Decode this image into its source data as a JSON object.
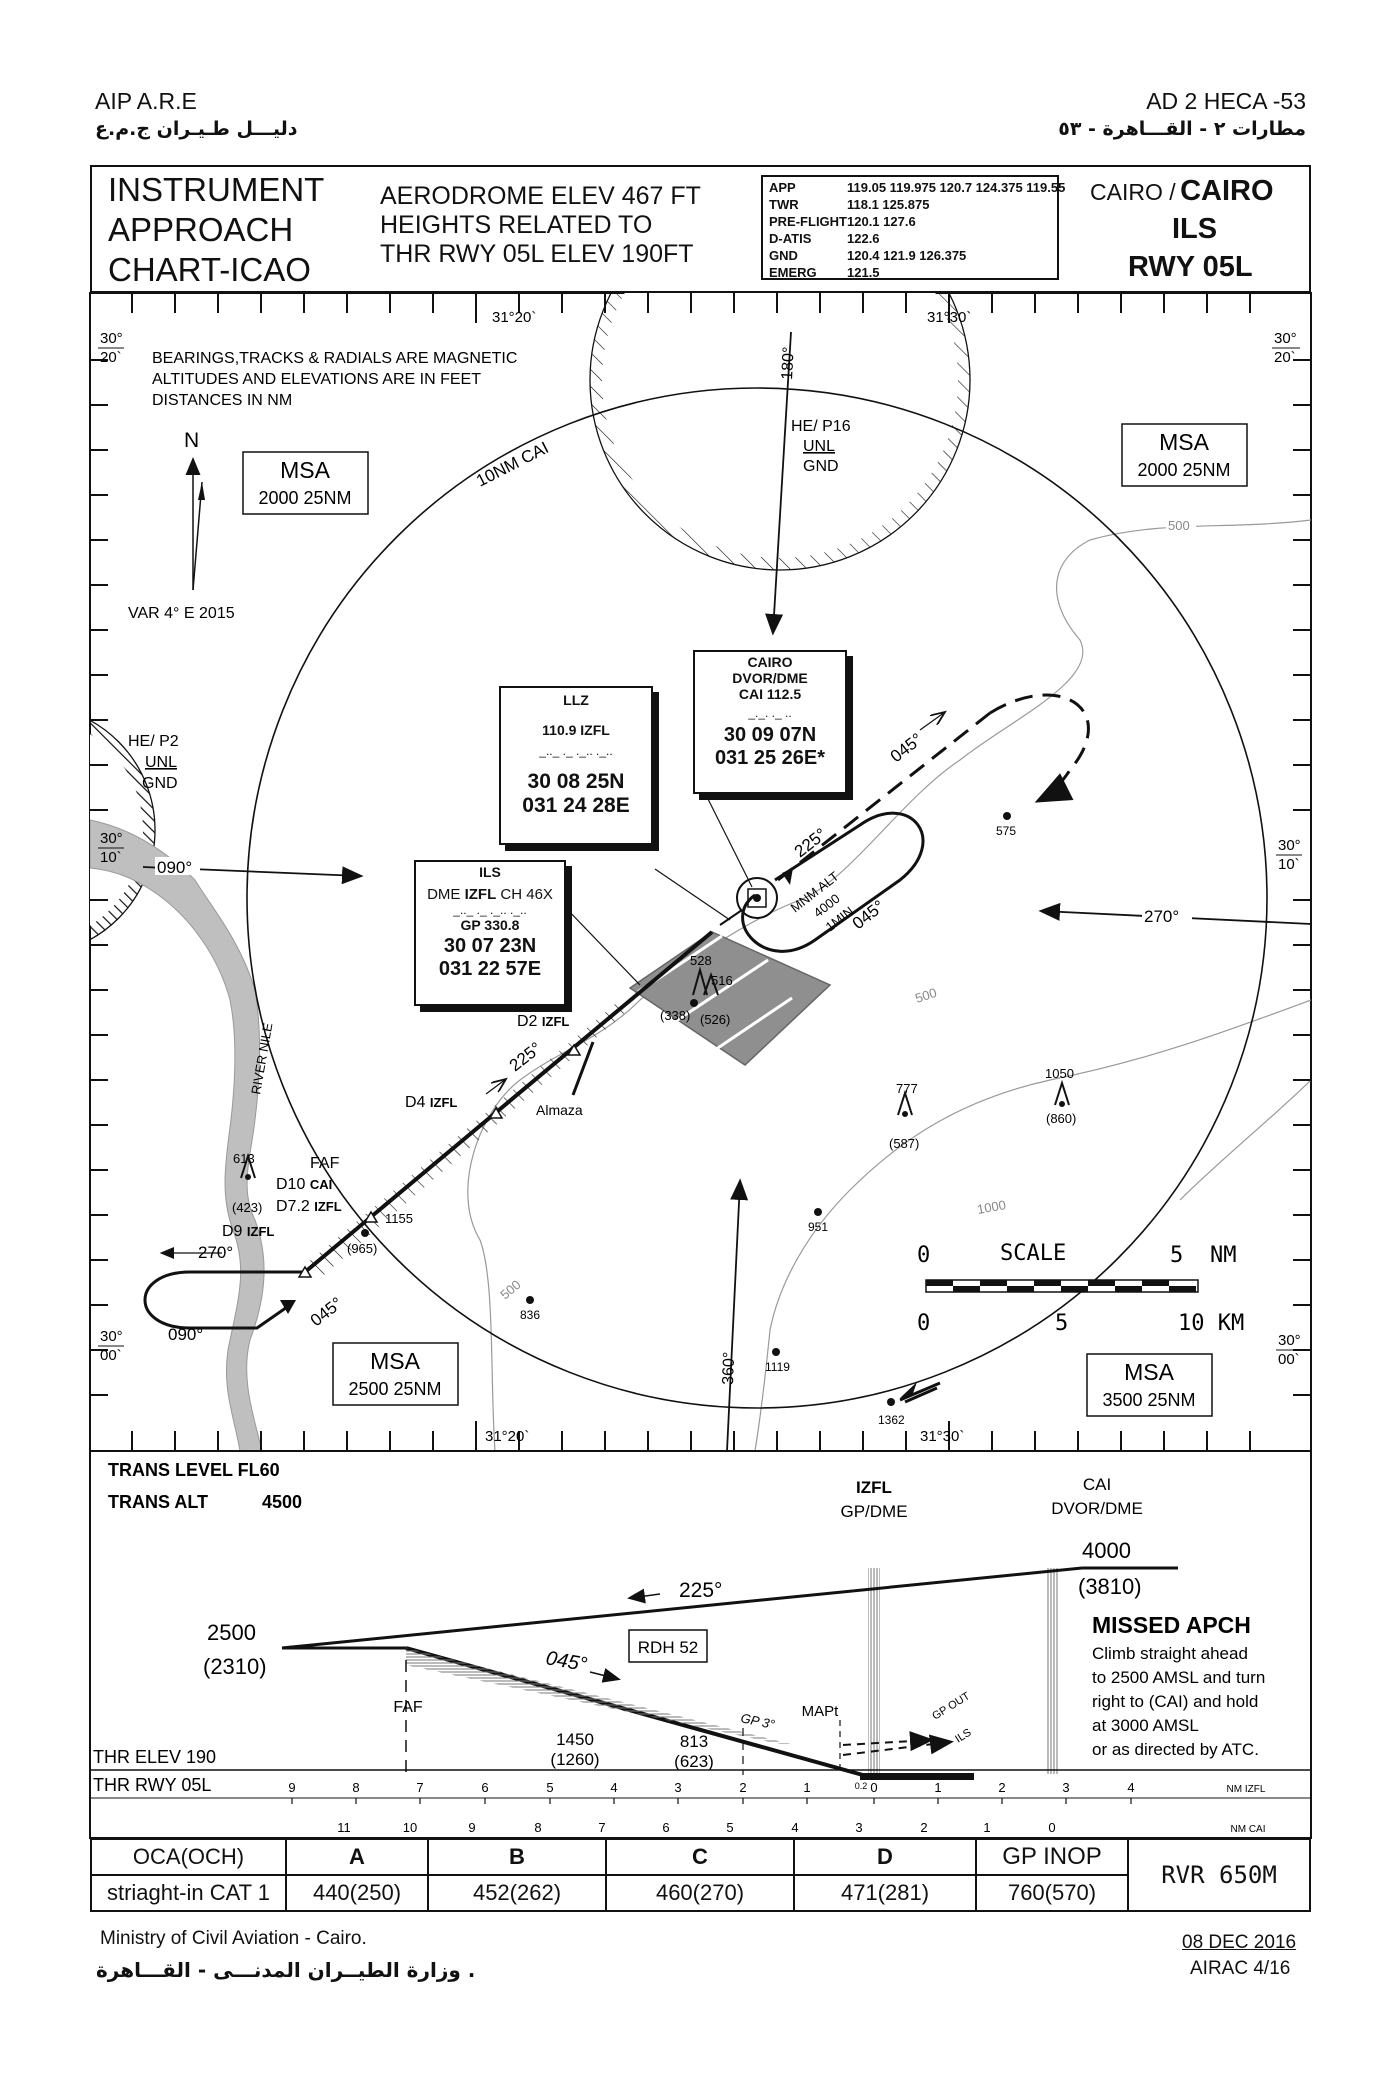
{
  "header": {
    "aip": "AIP A.R.E",
    "aip_ar": "دليـــل طـيـران ج.م.ع",
    "page_ref": "AD 2 HECA -53",
    "page_ref_ar": "مطارات ٢ - القـــاهرة - ٥٣"
  },
  "title_block": {
    "chart_type_lines": [
      "INSTRUMENT",
      "APPROACH",
      "CHART-ICAO"
    ],
    "elev_lines": [
      "AERODROME ELEV 467 FT",
      "HEIGHTS RELATED TO",
      "THR RWY  05L ELEV 190FT"
    ],
    "freqs": [
      [
        "APP",
        "119.05  119.975  120.7 124.375  119.55"
      ],
      [
        "TWR",
        "118.1    125.875"
      ],
      [
        "PRE-FLIGHT",
        "120.1    127.6"
      ],
      [
        "D-ATIS",
        "122.6"
      ],
      [
        "GND",
        "120.4    121.9    126.375"
      ],
      [
        "EMERG",
        "121.5"
      ]
    ],
    "city_prefix": "CAIRO /",
    "city": "CAIRO",
    "procedure": "ILS",
    "runway": "RWY 05L"
  },
  "plan": {
    "coords": {
      "lon_left": "31°20`",
      "lon_right": "31°30`",
      "lat_top_a": "30°",
      "lat_top_b": "20`",
      "lat_mid_a": "30°",
      "lat_mid_b": "10`",
      "lat_bot_a": "30°",
      "lat_bot_b": "00`"
    },
    "notes": [
      "BEARINGS,TRACKS & RADIALS ARE MAGNETIC",
      "ALTITUDES AND ELEVATIONS ARE IN FEET",
      "DISTANCES IN NM"
    ],
    "north": "N",
    "variation": "VAR 4° E 2015",
    "ring_label": "10NM CAI",
    "msa_label": "MSA",
    "msa_values": [
      "2000 25NM",
      "2000 25NM",
      "2500 25NM",
      "3500 25NM"
    ],
    "restricted_p16": [
      "HE/ P16",
      "UNL",
      "GND"
    ],
    "restricted_p2": [
      "HE/ P2",
      "UNL",
      "GND"
    ],
    "river": "RIVER NILE",
    "llz_box": {
      "head": "LLZ",
      "freq": "110.9 IZFL",
      "morse": "_.._  ._  ._..  ._..",
      "lat": "30 08 25N",
      "lon": "031 24 28E"
    },
    "vor_box": {
      "head": "CAIRO",
      "sub": "DVOR/DME",
      "freq": "CAI 112.5",
      "morse": "_._.  ._  ..",
      "lat": "30 09 07N",
      "lon": "031 25 26E*"
    },
    "ils_box": {
      "head": "ILS",
      "dme_pre": "DME",
      "dme_id": "IZFL",
      "dme_ch": "CH 46X",
      "morse": "_.._  ._  ._..  ._..",
      "gp": "GP 330.8",
      "lat": "30 07 23N",
      "lon": "031 22 57E"
    },
    "tracks": {
      "t180": "180°",
      "t090_in": "090°",
      "t270_in": "270°",
      "t045_a": "045°",
      "t225": "225°",
      "t045_b": "045°",
      "t225_b": "225°",
      "t270_hold": "270°",
      "t090_hold": "090°",
      "t045_c": "045°",
      "t360": "360°"
    },
    "hold_text": [
      "MNM ALT",
      "4000",
      "1MIN"
    ],
    "fixes": {
      "d2": "D2",
      "d4": "D4",
      "faf": "FAF",
      "d10": "D10",
      "d72": "D7.2",
      "d9": "D9",
      "izfl": "IZFL",
      "cai": "CAI",
      "almaza": "Almaza"
    },
    "elevations": {
      "e528": "528",
      "e516": "516",
      "e338": "(338)",
      "e526": "(526)",
      "e777": "777",
      "e587": "(587)",
      "e1050": "1050",
      "e860": "(860)",
      "e613": "613",
      "e423": "(423)",
      "e1155": "1155",
      "e965": "(965)",
      "e575": "575",
      "e951": "951",
      "e836": "836",
      "e1119": "1119",
      "e1362": "1362"
    },
    "contours": {
      "c500a": "500",
      "c500b": "500",
      "c500c": "500",
      "c1000": "1000"
    },
    "scale": {
      "title": "SCALE",
      "nm0": "0",
      "nm5": "5",
      "nm_unit": "NM",
      "km0": "0",
      "km5": "5",
      "km10": "10 KM"
    }
  },
  "profile": {
    "trans_level": "TRANS LEVEL FL60",
    "trans_alt_label": "TRANS ALT",
    "trans_alt": "4500",
    "izfl_label": [
      "IZFL",
      "GP/DME"
    ],
    "cai_label": [
      "CAI",
      "DVOR/DME"
    ],
    "alt_4000": "4000",
    "alt_3810": "(3810)",
    "alt_2500": "2500",
    "alt_2310": "(2310)",
    "trk_225": "225°",
    "trk_045": "045°",
    "rdh": "RDH 52",
    "faf": "FAF",
    "alt_1450": "1450",
    "alt_1260": "(1260)",
    "alt_813": "813",
    "alt_623": "(623)",
    "gp": "GP 3°",
    "mapt": "MAPt",
    "gp_out": "GP OUT",
    "ils": "ILS",
    "thr_elev": "THR ELEV 190",
    "thr_rwy": "THR RWY 05L",
    "missed_title": "MISSED APCH",
    "missed_lines": [
      "Climb straight ahead",
      "to 2500 AMSL and turn",
      "right to (CAI) and hold",
      "at 3000 AMSL",
      "or as directed by ATC."
    ],
    "scale_izfl": [
      "9",
      "8",
      "7",
      "6",
      "5",
      "4",
      "3",
      "2",
      "1",
      "0",
      "1",
      "2",
      "3",
      "4"
    ],
    "scale_izfl_unit": "NM IZFL",
    "scale_cai": [
      "11",
      "10",
      "9",
      "8",
      "7",
      "6",
      "5",
      "4",
      "3",
      "2",
      "1",
      "0"
    ],
    "scale_cai_unit": "NM CAI",
    "pt2": "0.2"
  },
  "minima": {
    "col_head": "OCA(OCH)",
    "cats": [
      "A",
      "B",
      "C",
      "D"
    ],
    "gp_inop": "GP INOP",
    "row_label": "striaght-in CAT 1",
    "values": [
      "440(250)",
      "452(262)",
      "460(270)",
      "471(281)"
    ],
    "gp_inop_value": "760(570)",
    "rvr": "RVR 650M"
  },
  "footer": {
    "ministry": "Ministry of Civil Aviation - Cairo.",
    "ministry_ar": "وزارة الطيــران المدنـــى - القـــاهرة .",
    "date": "08 DEC 2016",
    "airac": "AIRAC 4/16"
  }
}
